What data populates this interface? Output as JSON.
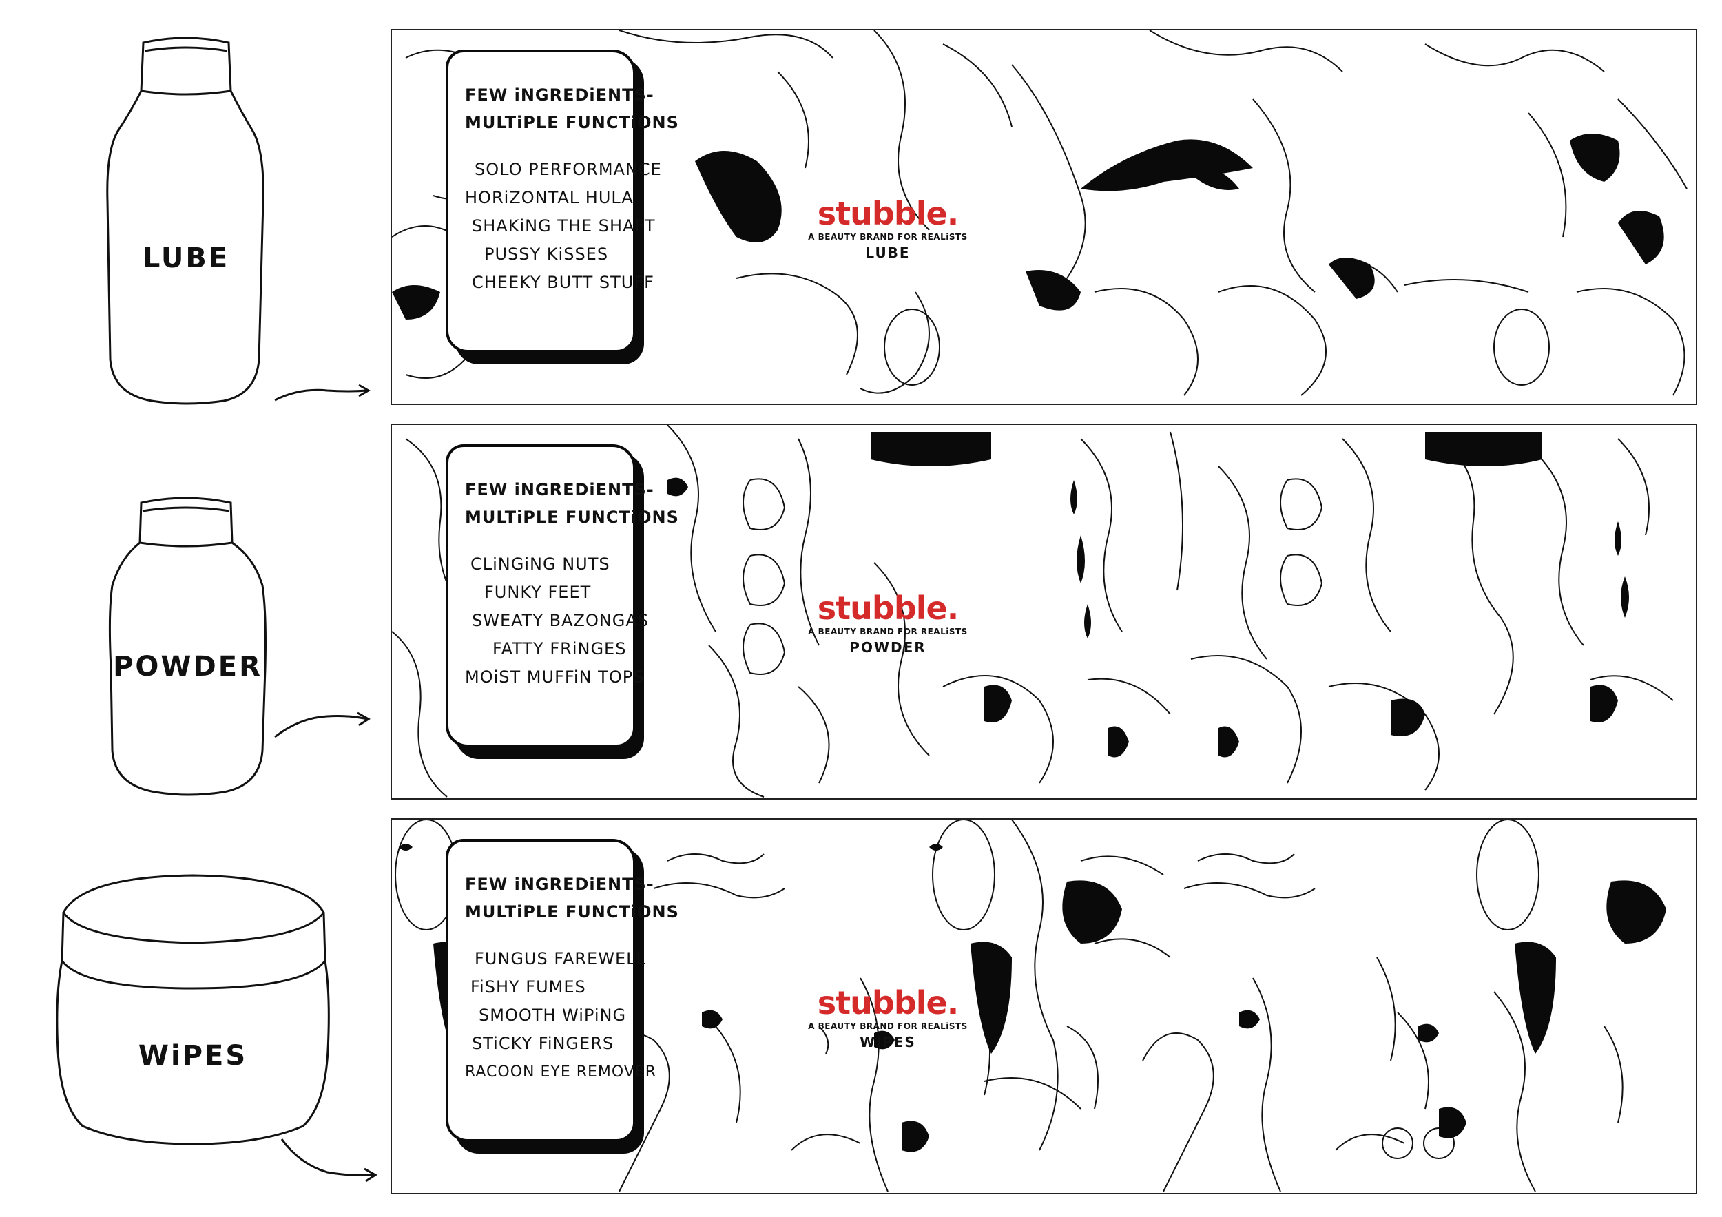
{
  "colors": {
    "ink": "#111111",
    "brand_red": "#d42a2a",
    "background": "#ffffff"
  },
  "rows": [
    {
      "container": "bottle-icon",
      "container_label": "LUBE",
      "card_heading_line1": "FEW iNGREDiENTS-",
      "card_heading_line2": "MULTiPLE FUNCTiONS",
      "card_items": [
        "SOLO PERFORMANCE",
        "HORiZONTAL HULA",
        "SHAKiNG THE SHAFT",
        "PUSSY KiSSES",
        "CHEEKY BUTT STUFF"
      ],
      "brand_name": "stubble.",
      "brand_tagline": "A BEAUTY BRAND FOR REALiSTS",
      "product": "LUBE"
    },
    {
      "container": "bottle-icon",
      "container_label": "POWDER",
      "card_heading_line1": "FEW iNGREDiENTS-",
      "card_heading_line2": "MULTiPLE FUNCTiONS",
      "card_items": [
        "CLiNGiNG NUTS",
        "FUNKY FEET",
        "SWEATY BAZONGAS",
        "FATTY FRiNGES",
        "MOiST MUFFiN TOPS"
      ],
      "brand_name": "stubble.",
      "brand_tagline": "A BEAUTY BRAND FOR REALiSTS",
      "product": "POWDER"
    },
    {
      "container": "jar-icon",
      "container_label": "WiPES",
      "card_heading_line1": "FEW iNGREDiENTS-",
      "card_heading_line2": "MULTiPLE FUNCTiONS",
      "card_items": [
        "FUNGUS FAREWELL",
        "FiSHY FUMES",
        "SMOOTH WiPiNG",
        "STiCKY FiNGERS",
        "RACOON EYE REMOVER"
      ],
      "brand_name": "stubble.",
      "brand_tagline": "A BEAUTY BRAND FOR REALiSTS",
      "product": "WiPES"
    }
  ]
}
